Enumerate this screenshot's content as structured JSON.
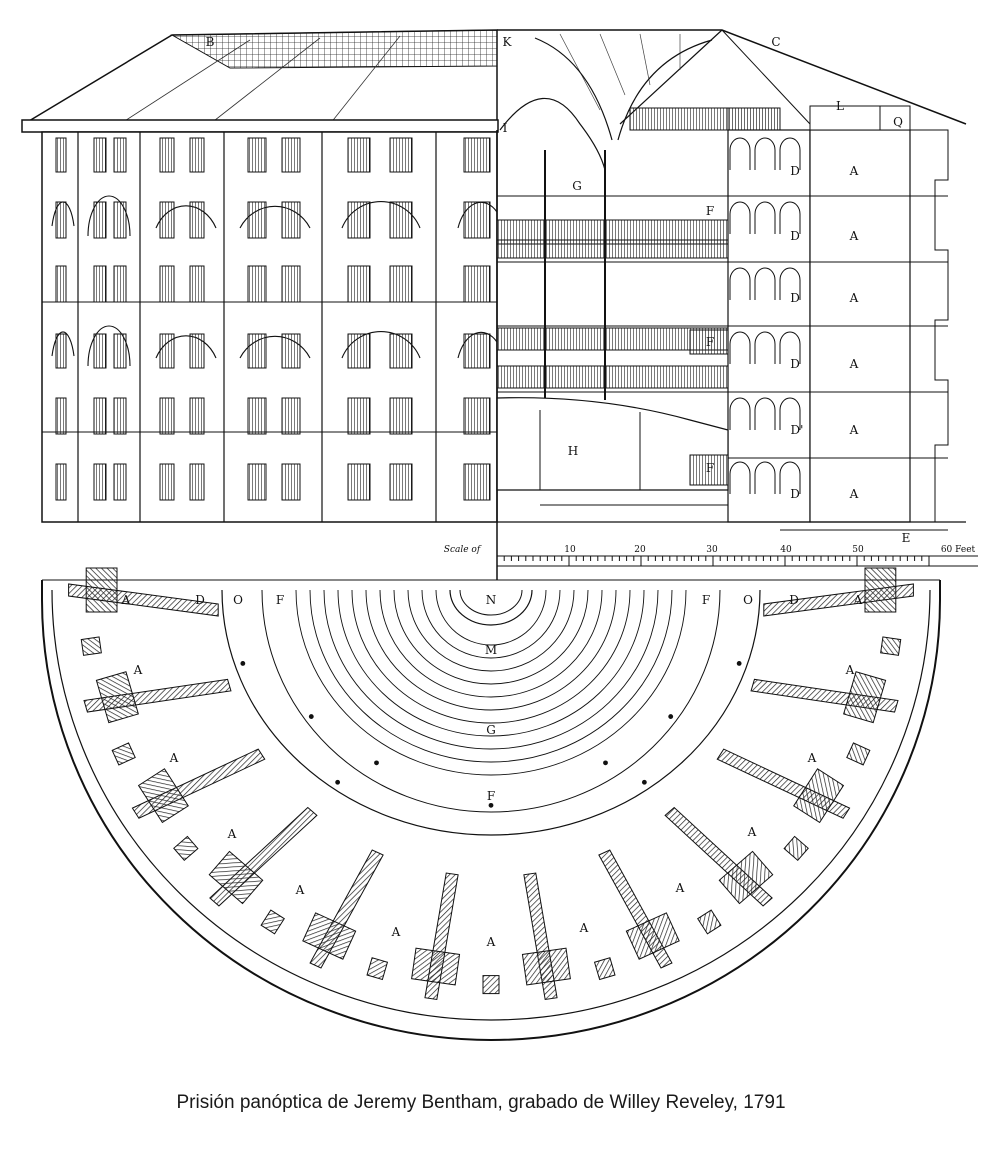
{
  "caption": "Prisión panóptica de Jeremy Bentham, grabado de Willey Reveley, 1791",
  "section_labels": {
    "B": "B",
    "C": "C",
    "K": "K",
    "I": "I",
    "L": "L",
    "Q": "Q",
    "G": "G",
    "H": "H",
    "E": "E",
    "D_rows": [
      "D",
      "D",
      "D",
      "D",
      "D'",
      "D"
    ],
    "A_rows": [
      "A",
      "A",
      "A",
      "A",
      "A",
      "A"
    ],
    "F_stairs": [
      "F",
      "F",
      "F"
    ]
  },
  "scale": {
    "label": "Scale of",
    "ticks": [
      "10",
      "20",
      "30",
      "40",
      "50",
      "60 Feet"
    ]
  },
  "plan_labels": {
    "top_left": [
      "A",
      "D",
      "O",
      "F"
    ],
    "top_right": [
      "F",
      "O",
      "D",
      "A"
    ],
    "N": "N",
    "M": "M",
    "G": "G",
    "F": "F",
    "A": "A"
  }
}
